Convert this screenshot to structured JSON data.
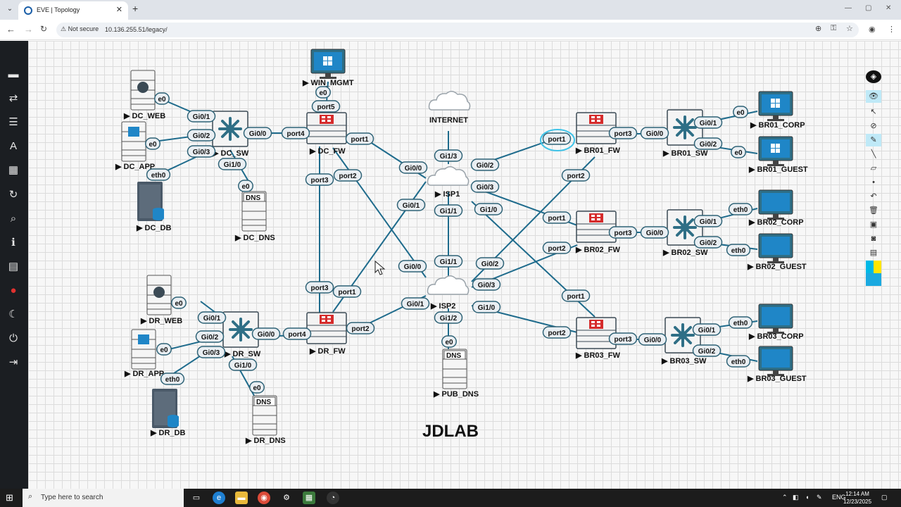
{
  "browser": {
    "tab_title": "EVE | Topology",
    "tab_close": "✕",
    "new_tab": "+",
    "security_label": "Not secure",
    "url": "10.136.255.51/legacy/",
    "minimize": "—",
    "maximize": "▢",
    "close": "✕"
  },
  "topology": {
    "nodes": {
      "dc_web": "DC_WEB",
      "dc_app": "DC_APP",
      "dc_db": "DC_DB",
      "dc_sw": "DC_SW",
      "dc_dns": "DC_DNS",
      "win_mgmt": "WIN_MGMT",
      "dc_fw": "DC_FW",
      "internet": "INTERNET",
      "isp1": "ISP1",
      "isp2": "ISP2",
      "pub_dns": "PUB_DNS",
      "dr_web": "DR_WEB",
      "dr_app": "DR_APP",
      "dr_db": "DR_DB",
      "dr_sw": "DR_SW",
      "dr_dns": "DR_DNS",
      "dr_fw": "DR_FW",
      "br01_fw": "BR01_FW",
      "br01_sw": "BR01_SW",
      "br01_corp": "BR01_CORP",
      "br01_guest": "BR01_GUEST",
      "br02_fw": "BR02_FW",
      "br02_sw": "BR02_SW",
      "br02_corp": "BR02_CORP",
      "br02_guest": "BR02_GUEST",
      "br03_fw": "BR03_FW",
      "br03_sw": "BR03_SW",
      "br03_corp": "BR03_CORP",
      "br03_guest": "BR03_GUEST"
    },
    "dns_badge": "DNS",
    "ports": {
      "dc_web_e0": "e0",
      "dc_sw_gi01": "Gi0/1",
      "dc_app_e0": "e0",
      "dc_sw_gi02": "Gi0/2",
      "dc_db_eth0": "eth0",
      "dc_sw_gi03": "Gi0/3",
      "dc_sw_gi00": "Gi0/0",
      "dc_sw_gi10": "Gi1/0",
      "dc_dns_e0": "e0",
      "dc_fw_port4": "port4",
      "win_e0": "e0",
      "dc_fw_port5": "port5",
      "dc_fw_port1": "port1",
      "dc_fw_port2": "port2",
      "dc_fw_port3": "port3",
      "isp1_gi13": "Gi1/3",
      "isp1_gi00": "Gi0/0",
      "isp1_gi01": "Gi0/1",
      "isp1_gi11": "Gi1/1",
      "isp1_gi02": "Gi0/2",
      "isp1_gi03": "Gi0/3",
      "isp1_gi10": "Gi1/0",
      "isp2_gi11": "Gi1/1",
      "isp2_gi00": "Gi0/0",
      "isp2_gi01": "Gi0/1",
      "isp2_gi02": "Gi0/2",
      "isp2_gi03": "Gi0/3",
      "isp2_gi10": "Gi1/0",
      "isp2_gi12": "Gi1/2",
      "pub_dns_e0": "e0",
      "dr_fw_port3": "port3",
      "dr_fw_port1": "port1",
      "dr_fw_port2": "port2",
      "dr_fw_port4": "port4",
      "dr_web_e0": "e0",
      "dr_sw_gi01": "Gi0/1",
      "dr_app_e0": "e0",
      "dr_sw_gi02": "Gi0/2",
      "dr_db_eth0": "eth0",
      "dr_sw_gi03": "Gi0/3",
      "dr_sw_gi00": "Gi0/0",
      "dr_sw_gi10": "Gi1/0",
      "dr_dns_e0": "e0",
      "br01_port1": "port1",
      "br01_port2": "port2",
      "br01_port3": "port3",
      "br01_sw_gi00": "Gi0/0",
      "br01_sw_gi01": "Gi0/1",
      "br01_sw_gi02": "Gi0/2",
      "br01_corp_e0": "e0",
      "br01_guest_e0": "e0",
      "br02_port1": "port1",
      "br02_port2": "port2",
      "br02_port3": "port3",
      "br02_sw_gi00": "Gi0/0",
      "br02_sw_gi01": "Gi0/1",
      "br02_sw_gi02": "Gi0/2",
      "br02_corp_eth0": "eth0",
      "br02_guest_eth0": "eth0",
      "br03_port1": "port1",
      "br03_port2": "port2",
      "br03_port3": "port3",
      "br03_sw_gi00": "Gi0/0",
      "br03_sw_gi01": "Gi0/1",
      "br03_sw_gi02": "Gi0/2",
      "br03_corp_eth0": "eth0",
      "br03_guest_eth0": "eth0"
    },
    "watermark": "JDLAB"
  },
  "taskbar": {
    "search_placeholder": "Type here to search",
    "lang": "ENG",
    "time": "12:14 AM",
    "date": "12/23/2025"
  },
  "colors": {
    "link": "#1e6b8c",
    "firewall_red": "#d52b2b",
    "switch_teal": "#2f6f86",
    "screen_blue": "#1f86c7",
    "annotation": "#3fc3e8"
  }
}
